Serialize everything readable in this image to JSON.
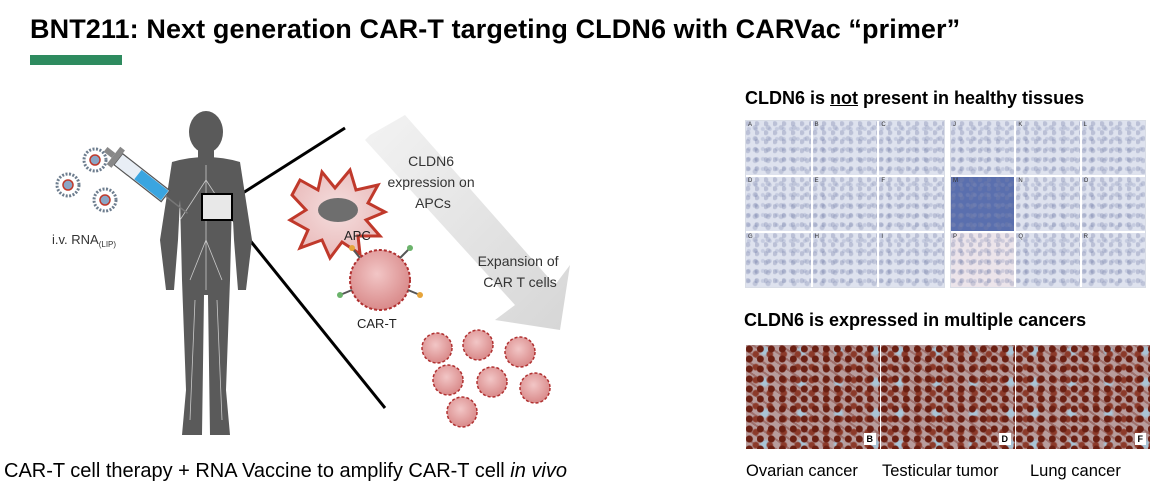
{
  "title": "BNT211: Next generation CAR-T targeting CLDN6 with CARVac “primer”",
  "diagram": {
    "iv_label": "i.v. RNA",
    "iv_subscript": "(LIP)",
    "apc_label": "APC",
    "cart_label": "CAR-T",
    "arrow_text_1": [
      "CLDN6",
      "expression on",
      "APCs"
    ],
    "arrow_text_2": [
      "Expansion of",
      "CAR T cells"
    ]
  },
  "caption_left": {
    "main": "CAR-T cell therapy +  RNA Vaccine to amplify CAR-T cell ",
    "italic": "in vivo"
  },
  "healthy": {
    "header_pre": "CLDN6 is ",
    "header_underlined": "not",
    "header_post": " present in healthy tissues",
    "left_panel_letters": [
      "A",
      "B",
      "C",
      "D",
      "E",
      "F",
      "G",
      "H",
      "I"
    ],
    "right_panel_letters": [
      "J",
      "K",
      "L",
      "M",
      "N",
      "O",
      "P",
      "Q",
      "R"
    ]
  },
  "cancer": {
    "header": "CLDN6 is expressed in multiple cancers",
    "panels": [
      {
        "letter": "B",
        "caption": "Ovarian cancer"
      },
      {
        "letter": "D",
        "caption": "Testicular tumor"
      },
      {
        "letter": "F",
        "caption": "Lung cancer"
      }
    ]
  }
}
